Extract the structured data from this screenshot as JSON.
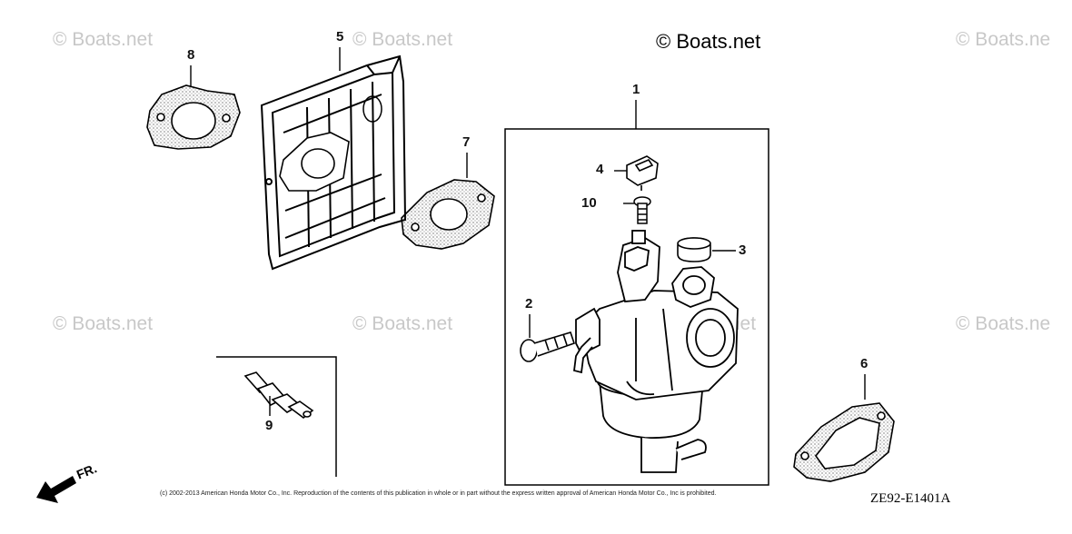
{
  "watermarks": {
    "main": "© Boats.net",
    "faint": "© Boats.net",
    "faint_cut": "© Boats.ne"
  },
  "callouts": {
    "c1": "1",
    "c2": "2",
    "c3": "3",
    "c4": "4",
    "c5": "5",
    "c6": "6",
    "c7": "7",
    "c8": "8",
    "c9": "9",
    "c10": "10"
  },
  "footer": {
    "copyright": "(c) 2002-2013 American Honda Motor Co., Inc. Reproduction of the contents of this publication in whole or in part without the express written approval of American Honda Motor Co., Inc is prohibited.",
    "diagram_code": "ZE92-E1401A",
    "direction": "FR."
  },
  "colors": {
    "line": "#000000",
    "watermark": "#c8c8c8",
    "background": "#ffffff"
  }
}
